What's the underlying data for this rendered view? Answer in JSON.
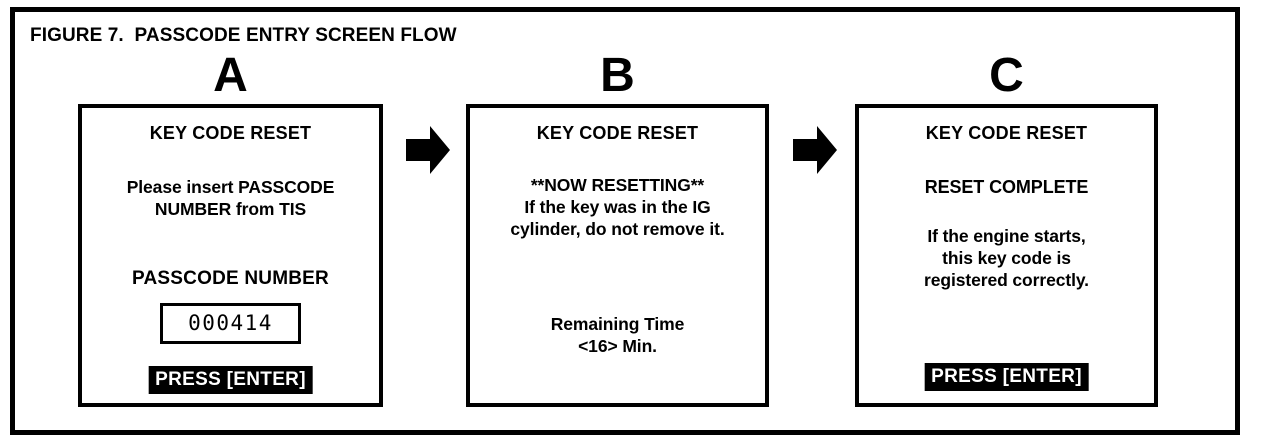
{
  "figure": {
    "title": "FIGURE 7.  PASSCODE ENTRY SCREEN FLOW",
    "border_color": "#000000",
    "background_color": "#ffffff"
  },
  "flow": {
    "arrow_1_name": "arrow-a-to-b",
    "arrow_2_name": "arrow-b-to-c"
  },
  "steps": [
    {
      "letter": "A",
      "heading": "KEY CODE RESET",
      "instruction": "Please insert PASSCODE\nNUMBER from TIS",
      "field_label": "PASSCODE NUMBER",
      "passcode_value": "000414",
      "button_label": "PRESS [ENTER]"
    },
    {
      "letter": "B",
      "heading": "KEY CODE RESET",
      "status": "**NOW RESETTING**\nIf the key was in the IG\ncylinder, do not remove it.",
      "timer": "Remaining Time\n<16> Min."
    },
    {
      "letter": "C",
      "heading": "KEY CODE RESET",
      "status": "RESET COMPLETE",
      "note": "If the engine starts,\nthis key code is\nregistered correctly.",
      "button_label": "PRESS [ENTER]"
    }
  ]
}
